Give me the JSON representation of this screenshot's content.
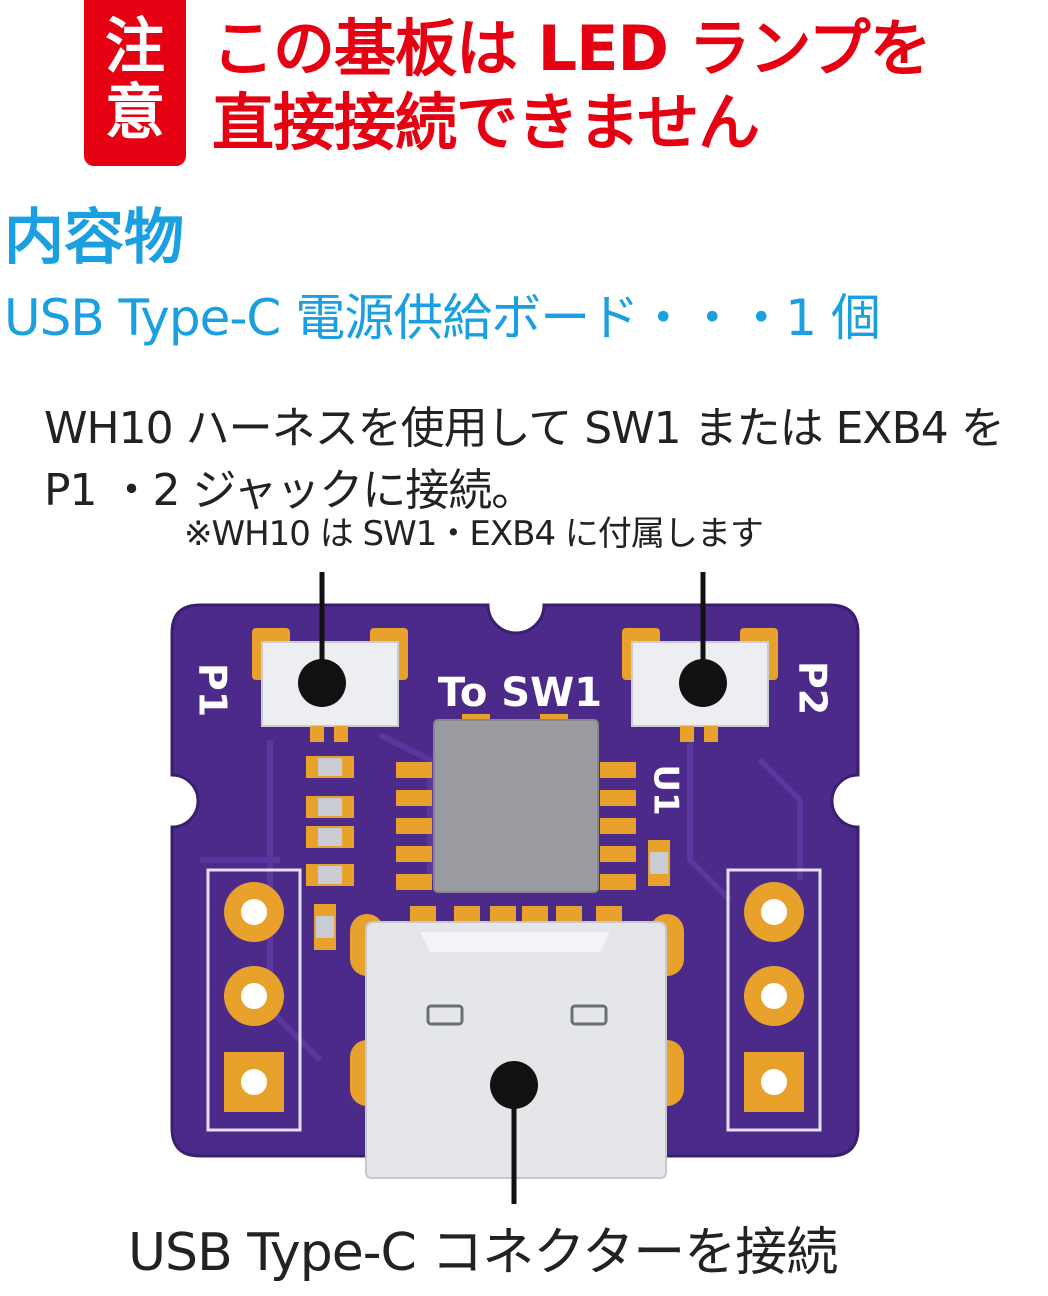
{
  "warning": {
    "badge_top": "注",
    "badge_bottom": "意",
    "line1": "この基板は LED ランプを",
    "line2": "直接接続できません"
  },
  "contents": {
    "title": "内容物",
    "item": "USB Type-C 電源供給ボード・・・1 個"
  },
  "instructions": {
    "line1": "WH10 ハーネスを使用して SW1 または EXB4 を",
    "line2": "P1 ・2 ジャックに接続。",
    "note": "※WH10 は SW1・EXB4 に付属します"
  },
  "board": {
    "label_p1": "P1",
    "label_p2": "P2",
    "label_to_sw1": "To SW1",
    "label_u1": "U1",
    "colors": {
      "pcb": "#4b2a8a",
      "pcb_edge": "#3a1f70",
      "pad": "#e8a22b",
      "connector": "#e4e6ea",
      "chip": "#9a9ba0"
    }
  },
  "bottom_label": "USB Type-C コネクターを接続"
}
